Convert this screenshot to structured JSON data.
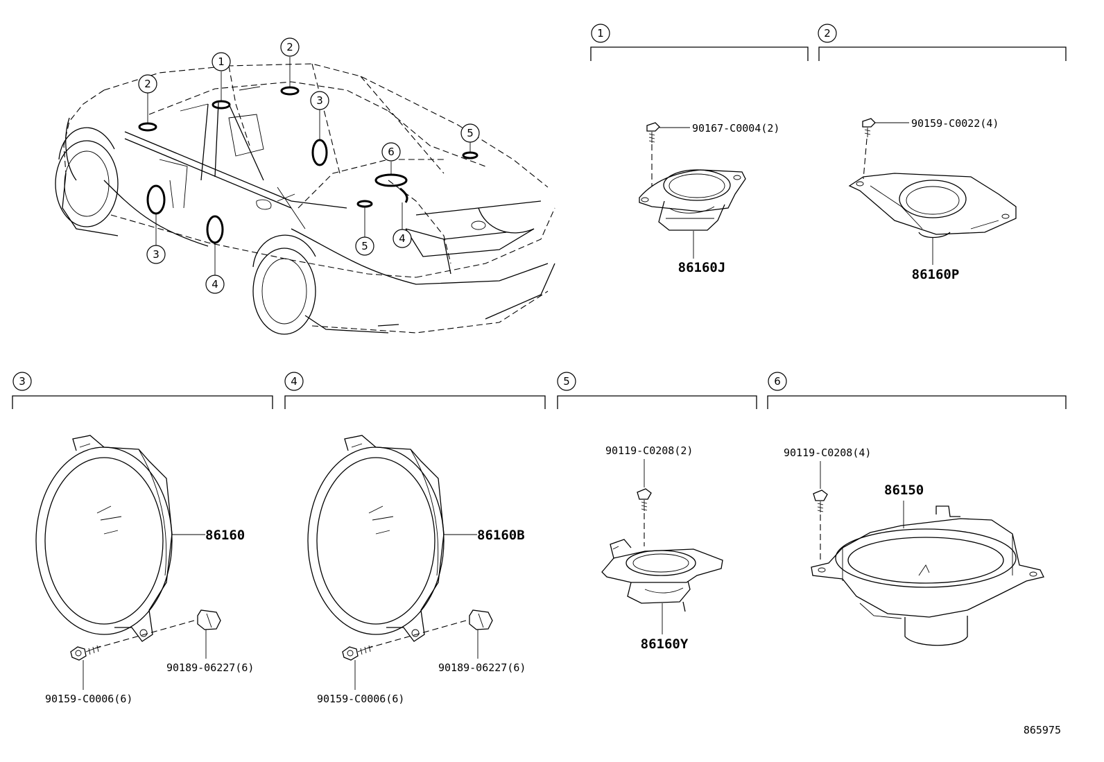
{
  "ref_no": "865975",
  "callouts": [
    "1",
    "2",
    "3",
    "4",
    "5",
    "6"
  ],
  "sections": [
    {
      "id": "1",
      "main_part": "86160J",
      "fasteners": [
        "90167-C0004(2)"
      ]
    },
    {
      "id": "2",
      "main_part": "86160P",
      "fasteners": [
        "90159-C0022(4)"
      ]
    },
    {
      "id": "3",
      "main_part": "86160",
      "fasteners": [
        "90189-06227(6)",
        "90159-C0006(6)"
      ]
    },
    {
      "id": "4",
      "main_part": "86160B",
      "fasteners": [
        "90189-06227(6)",
        "90159-C0006(6)"
      ]
    },
    {
      "id": "5",
      "main_part": "86160Y",
      "fasteners": [
        "90119-C0208(2)"
      ]
    },
    {
      "id": "6",
      "main_part": "86150",
      "fasteners": [
        "90119-C0208(4)"
      ]
    }
  ]
}
